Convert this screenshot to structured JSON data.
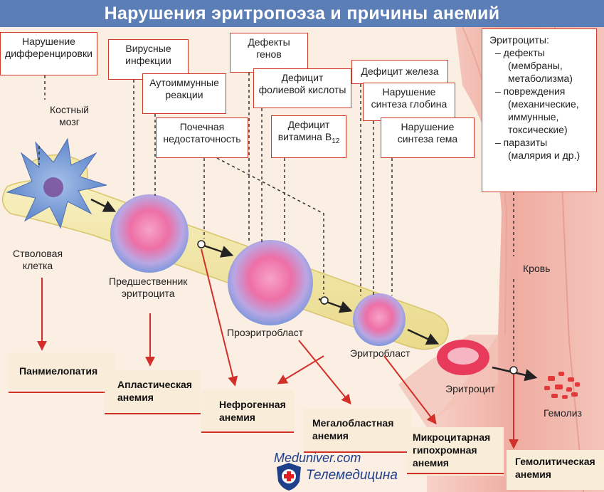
{
  "title": "Нарушения эритропоэза и причины анемий",
  "cause_boxes": {
    "differentiation": [
      "Нарушение",
      "дифференцировки"
    ],
    "viral": [
      "Вирусные",
      "инфекции"
    ],
    "autoimmune": [
      "Аутоиммунные",
      "реакции"
    ],
    "renal": [
      "Почечная",
      "недостаточность"
    ],
    "gene_defects": [
      "Дефекты",
      "генов"
    ],
    "folate": [
      "Дефицит",
      "фолиевой кислоты"
    ],
    "b12": {
      "line1": "Дефицит",
      "line2": "витамина B",
      "sub": "12"
    },
    "iron": "Дефицит железа",
    "globin": [
      "Нарушение",
      "синтеза глобина"
    ],
    "heme": [
      "Нарушение",
      "синтеза гема"
    ]
  },
  "rbc_box": {
    "heading": "Эритроциты:",
    "lines": [
      "– дефекты",
      "(мембраны,",
      "метаболизма)",
      "– повреждения",
      "(механические,",
      "иммунные,",
      "токсические)",
      "– паразиты",
      "(малярия и др.)"
    ]
  },
  "labels": {
    "bone_marrow": [
      "Костный",
      "мозг"
    ],
    "stem_cell": [
      "Стволовая",
      "клетка"
    ],
    "precursor": [
      "Предшественник",
      "эритроцита"
    ],
    "proerythroblast": "Проэритробласт",
    "erythroblast": "Эритробласт",
    "erythrocyte": "Эритроцит",
    "hemolysis": "Гемолиз",
    "blood": "Кровь"
  },
  "results": {
    "panmyelopathy": [
      "Панмиелопатия"
    ],
    "aplastic": [
      "Апластическая",
      "анемия"
    ],
    "nephrogenic": [
      "Нефрогенная",
      "анемия"
    ],
    "megaloblastic": [
      "Мегалобластная",
      "анемия"
    ],
    "microcytic": [
      "Микроцитарная",
      "гипохромная",
      "анемия"
    ],
    "hemolytic": [
      "Гемолитическая",
      "анемия"
    ]
  },
  "watermark": {
    "line1": "Meduniver.com",
    "line2": "Телемедицина"
  },
  "colors": {
    "title_bg": "#5c7eb6",
    "accent_red": "#d12f28",
    "bone": "#f2e7a6",
    "vessel": "#f0b5aa",
    "cell_pink": "#ee6fa6",
    "cell_blue": "#8fa7e2"
  }
}
